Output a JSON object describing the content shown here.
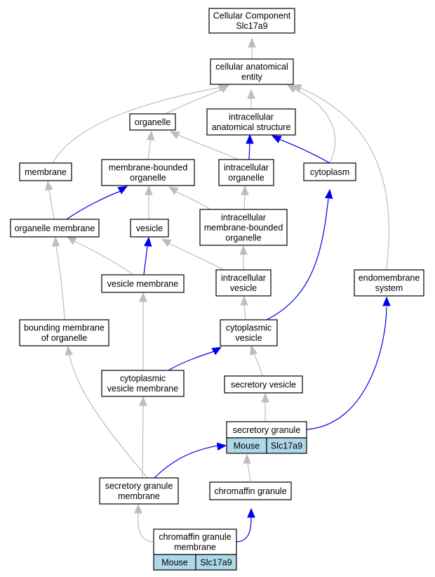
{
  "nodes": {
    "root": [
      "Cellular Component",
      "Slc17a9"
    ],
    "cae": [
      "cellular anatomical",
      "entity"
    ],
    "organelle": [
      "organelle"
    ],
    "ias": [
      "intracellular",
      "anatomical structure"
    ],
    "membrane": [
      "membrane"
    ],
    "mbo": [
      "membrane-bounded",
      "organelle"
    ],
    "io": [
      "intracellular",
      "organelle"
    ],
    "cytoplasm": [
      "cytoplasm"
    ],
    "om": [
      "organelle membrane"
    ],
    "vesicle": [
      "vesicle"
    ],
    "imbo": [
      "intracellular",
      "membrane-bounded",
      "organelle"
    ],
    "vm": [
      "vesicle membrane"
    ],
    "iv": [
      "intracellular",
      "vesicle"
    ],
    "es": [
      "endomembrane",
      "system"
    ],
    "bmo": [
      "bounding membrane",
      "of organelle"
    ],
    "cv": [
      "cytoplasmic",
      "vesicle"
    ],
    "cvm": [
      "cytoplasmic",
      "vesicle membrane"
    ],
    "sv": [
      "secretory vesicle"
    ],
    "sg": [
      "secretory granule"
    ],
    "sgm": [
      "secretory granule",
      "membrane"
    ],
    "cg": [
      "chromaffin granule"
    ],
    "cgm": [
      "chromaffin granule",
      "membrane"
    ]
  },
  "annotations": {
    "sg": [
      "Mouse",
      "Slc17a9"
    ],
    "cgm": [
      "Mouse",
      "Slc17a9"
    ]
  },
  "colors": {
    "is_a_edge": "#bdbdbd",
    "part_of_edge": "#0000ee",
    "annotation_cell": "#add8e6"
  }
}
